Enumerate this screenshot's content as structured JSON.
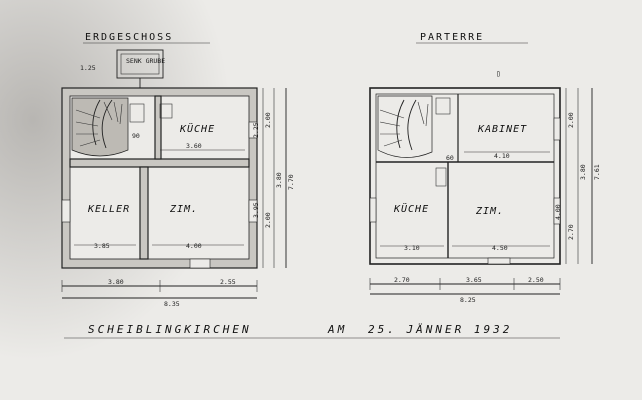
{
  "left_plan": {
    "title": "ERDGESCHOSS",
    "rooms": {
      "kitchen": "KÜCHE",
      "cellar": "KELLER",
      "room": "ZIM.",
      "pit": "SENK GRUBE"
    },
    "dims": {
      "d125": "1.25",
      "d90": "90",
      "d3060": "3.60",
      "d385": "3.85",
      "d400": "4.00",
      "d380": "3.80",
      "d255": "2.55",
      "d835": "8.35",
      "r200a": "2.00",
      "r380": "3.80",
      "r770": "7.70",
      "r225": "2.25",
      "r395": "3.95",
      "r200b": "2.00"
    }
  },
  "right_plan": {
    "title": "PARTERRE",
    "rooms": {
      "kitchen": "KÜCHE",
      "cabinet": "KABINET",
      "room": "ZIM."
    },
    "dims": {
      "d60": "60",
      "d410": "4.10",
      "d310": "3.10",
      "d450": "4.50",
      "d270": "2.70",
      "d365": "3.65",
      "d250": "2.50",
      "d825": "8.25",
      "r200": "2.00",
      "r761": "7.61",
      "r380": "3.80",
      "r270": "2.70",
      "r400": "4.00"
    }
  },
  "caption": {
    "place": "SCHEIBLINGKIRCHEN",
    "am": "AM",
    "date": "25. JÄNNER 1932"
  },
  "colors": {
    "paper": "#ecebe8",
    "ink": "#222222",
    "wall_fill": "#c9c7c2"
  }
}
